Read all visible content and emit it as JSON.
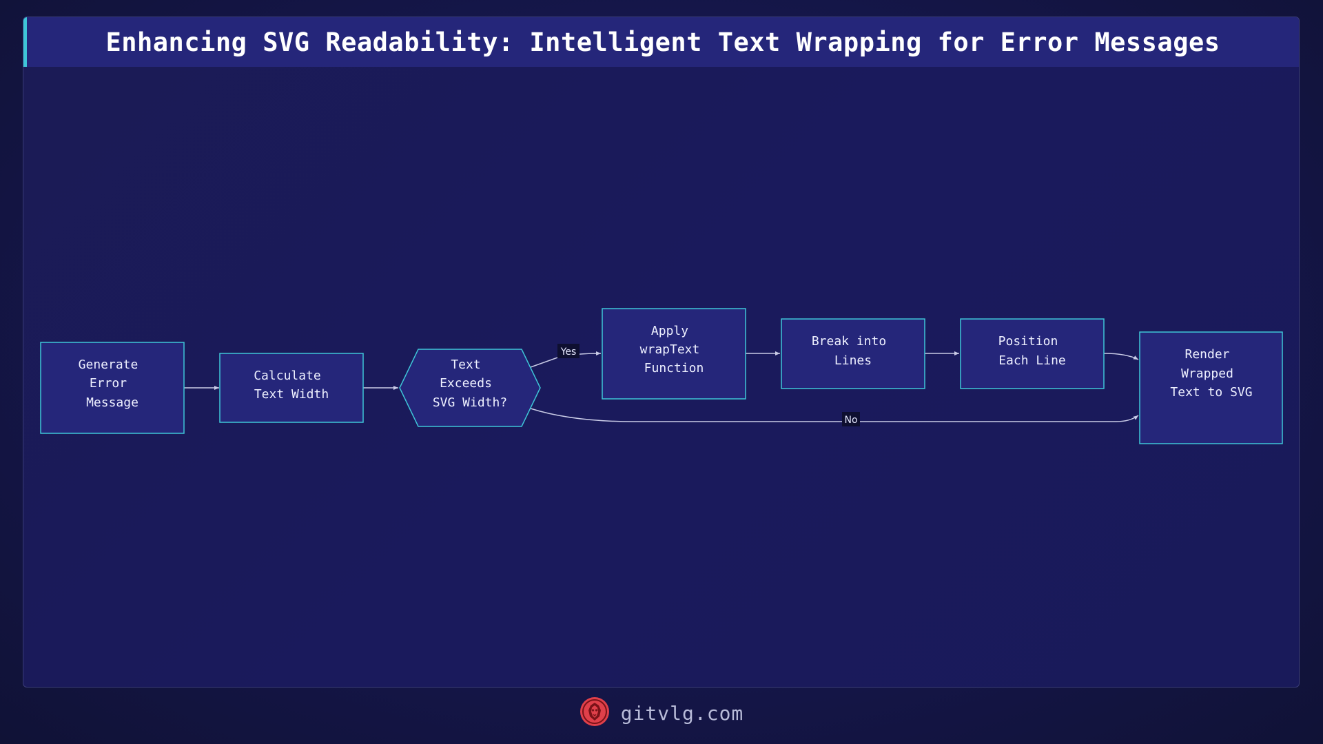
{
  "title": "Enhancing SVG Readability: Intelligent Text Wrapping for Error Messages",
  "colors": {
    "background": "#15164a",
    "panel": "#1a1a5c",
    "title_bar": "#25267a",
    "accent": "#3ec6d8",
    "node_fill": "#25267a",
    "node_border": "#3ec6d8",
    "edge": "#c9cbe6",
    "logo": "#e0404a"
  },
  "nodes": [
    {
      "id": "generate",
      "shape": "rect",
      "lines": [
        "Generate",
        "Error",
        "Message"
      ]
    },
    {
      "id": "calculate",
      "shape": "rect",
      "lines": [
        "Calculate",
        "Text Width"
      ]
    },
    {
      "id": "decision",
      "shape": "hexagon",
      "lines": [
        "Text",
        "Exceeds",
        "SVG Width?"
      ]
    },
    {
      "id": "apply",
      "shape": "rect",
      "lines": [
        "Apply",
        "wrapText",
        "Function"
      ]
    },
    {
      "id": "break",
      "shape": "rect",
      "lines": [
        "Break into",
        "Lines"
      ]
    },
    {
      "id": "position",
      "shape": "rect",
      "lines": [
        "Position",
        "Each Line"
      ]
    },
    {
      "id": "render",
      "shape": "rect",
      "lines": [
        "Render",
        "Wrapped",
        "Text to SVG"
      ]
    }
  ],
  "edges": [
    {
      "from": "generate",
      "to": "calculate",
      "label": ""
    },
    {
      "from": "calculate",
      "to": "decision",
      "label": ""
    },
    {
      "from": "decision",
      "to": "apply",
      "label": "Yes"
    },
    {
      "from": "apply",
      "to": "break",
      "label": ""
    },
    {
      "from": "break",
      "to": "position",
      "label": ""
    },
    {
      "from": "position",
      "to": "render",
      "label": ""
    },
    {
      "from": "decision",
      "to": "render",
      "label": "No"
    }
  ],
  "footer": {
    "logo_icon": "lion-head-icon",
    "text": "gitvlg.com"
  }
}
